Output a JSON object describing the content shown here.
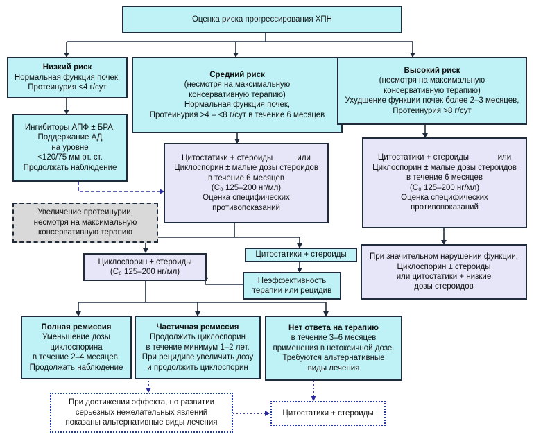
{
  "top": {
    "title": "Оценка риска прогрессирования ХПН"
  },
  "low": {
    "title": "Низкий риск",
    "lines": [
      "Нормальная функция почек,",
      "Протеинурия <4 г/сут"
    ]
  },
  "mid": {
    "title": "Средний риск",
    "lines": [
      "(несмотря на максимальную",
      "консервативную терапию)",
      "Нормальная функция почек,",
      "Протеинурия >4 – <8  г/сут в течение 6 месяцев"
    ]
  },
  "high": {
    "title": "Высокий риск",
    "lines": [
      "(несмотря на максимальную",
      "консервативную терапию)",
      "Ухудшение функции почек более 2–3 месяцев,",
      "Протеинурия >8 г/сут"
    ]
  },
  "low_treat": {
    "lines": [
      "Ингибиторы АПФ ± БРА,",
      "Поддержание АД",
      "на уровне",
      "<120/75 мм рт. ст.",
      "Продолжать наблюдение"
    ]
  },
  "mid_treat": {
    "lines": [
      "Цитостатики + стероиды           или",
      "Циклоспорин ± малые дозы стероидов",
      "в течение  6 месяцев",
      "(C₀ 125–200 нг/мл)",
      "Оценка специфических",
      "противопоказаний"
    ]
  },
  "high_treat": {
    "lines": [
      "Цитостатики + стероиды             или",
      "Циклоспорин ± малые дозы стероидов",
      "в течение  6 месяцев",
      "(C₀ 125–200 нг/мл)",
      "Оценка специфических",
      "противопоказаний"
    ]
  },
  "increase": {
    "lines": [
      "Увеличение протеинурии,",
      "несмотря на максимальную",
      "консервативную терапию"
    ]
  },
  "cyclo": {
    "lines": [
      "Циклоспорин ± стероиды",
      "(C₀ 125–200 нг/мл)"
    ]
  },
  "cyto1": {
    "lines": [
      "Цитостатики + стероиды"
    ]
  },
  "ineff": {
    "lines": [
      "Неэффективность",
      "терапии или рецидив"
    ]
  },
  "severe": {
    "lines": [
      "При значительном нарушении функции,",
      "Циклоспорин ± стероиды",
      "или цитостатики  + низкие",
      "дозы стероидов"
    ]
  },
  "full": {
    "title": "Полная ремиссия",
    "lines": [
      "Уменьшение дозы",
      "циклоспорина",
      "в течение 2–4 месяцев.",
      "Продолжать наблюдение"
    ]
  },
  "partial": {
    "title": "Частичная ремиссия",
    "lines": [
      "Продолжить циклоспорин",
      "в течение минимум  1–2 лет.",
      "При рецидиве увеличить дозу",
      "и продолжить циклоспорин"
    ]
  },
  "noresp": {
    "title": "Нет ответа на терапию",
    "lines": [
      "в течение 3–6 месяцев",
      "применения в нетоксичной дозе.",
      "Требуются альтернативные",
      "виды лечения"
    ]
  },
  "effect": {
    "lines": [
      "При достижении эффекта, но развитии",
      "серьезных нежелательных явлений",
      "показаны альтернативные виды лечения"
    ]
  },
  "cyto2": {
    "lines": [
      "Цитостатики + стероиды"
    ]
  }
}
